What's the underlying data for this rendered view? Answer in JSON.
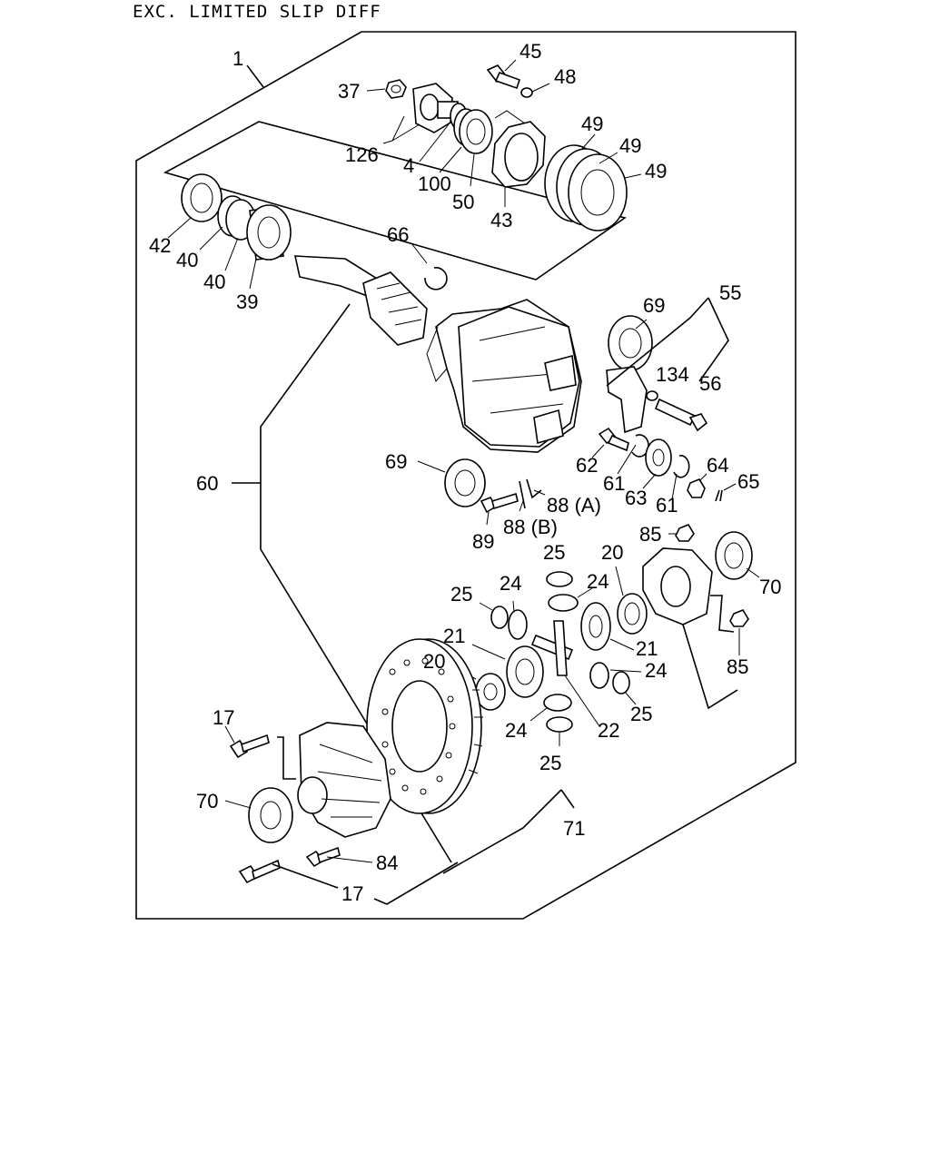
{
  "title": "EXC. LIMITED SLIP DIFF",
  "labels": {
    "l1": "1",
    "l37": "37",
    "l45": "45",
    "l48": "48",
    "l126": "126",
    "l4": "4",
    "l100": "100",
    "l50": "50",
    "l43": "43",
    "l49a": "49",
    "l49b": "49",
    "l49c": "49",
    "l42": "42",
    "l40a": "40",
    "l40b": "40",
    "l39": "39",
    "l66": "66",
    "l69a": "69",
    "l55": "55",
    "l134": "134",
    "l56": "56",
    "l60": "60",
    "l69b": "69",
    "l62": "62",
    "l61a": "61",
    "l63": "63",
    "l61b": "61",
    "l64": "64",
    "l65": "65",
    "l88a": "88 (A)",
    "l88b": "88 (B)",
    "l89": "89",
    "l85a": "85",
    "l70a": "70",
    "l25a": "25",
    "l20a": "20",
    "l24a": "24",
    "l25b": "25",
    "l24b": "24",
    "l21a": "21",
    "l21b": "21",
    "l20b": "20",
    "l24c": "24",
    "l85b": "85",
    "l25c": "25",
    "l24d": "24",
    "l22": "22",
    "l25d": "25",
    "l17a": "17",
    "l70b": "70",
    "l84": "84",
    "l71": "71",
    "l17b": "17"
  }
}
